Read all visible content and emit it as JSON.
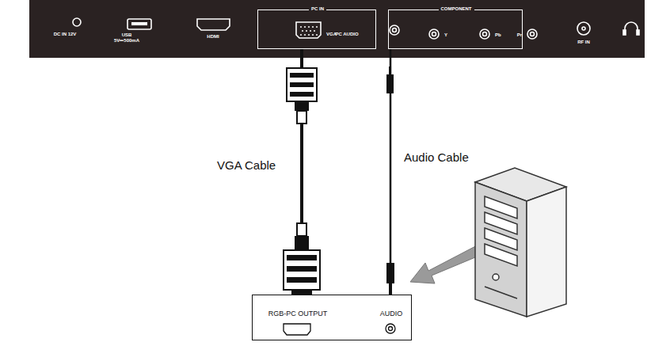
{
  "diagram": {
    "nodes": [
      {
        "text": [
          "DC IN 12V",
          "USB 5V⎓500mA",
          "HDMI",
          "RF IN"
        ]
      },
      {
        "text": [
          "PC IN",
          "VGA",
          "PC AUDIO"
        ],
        "in": 0
      },
      {
        "text": [
          "COMPONENT",
          "Y",
          "Pb",
          "Pr"
        ],
        "in": 0
      },
      {
        "text": [
          "RGB-PC OUTPUT",
          "AUDIO"
        ]
      }
    ],
    "edges": [
      {
        "from": 3,
        "to": 1,
        "arrow": "none",
        "label": "VGA Cable"
      },
      {
        "from": 3,
        "to": 1,
        "arrow": "none",
        "label": "Audio Cable"
      }
    ]
  }
}
